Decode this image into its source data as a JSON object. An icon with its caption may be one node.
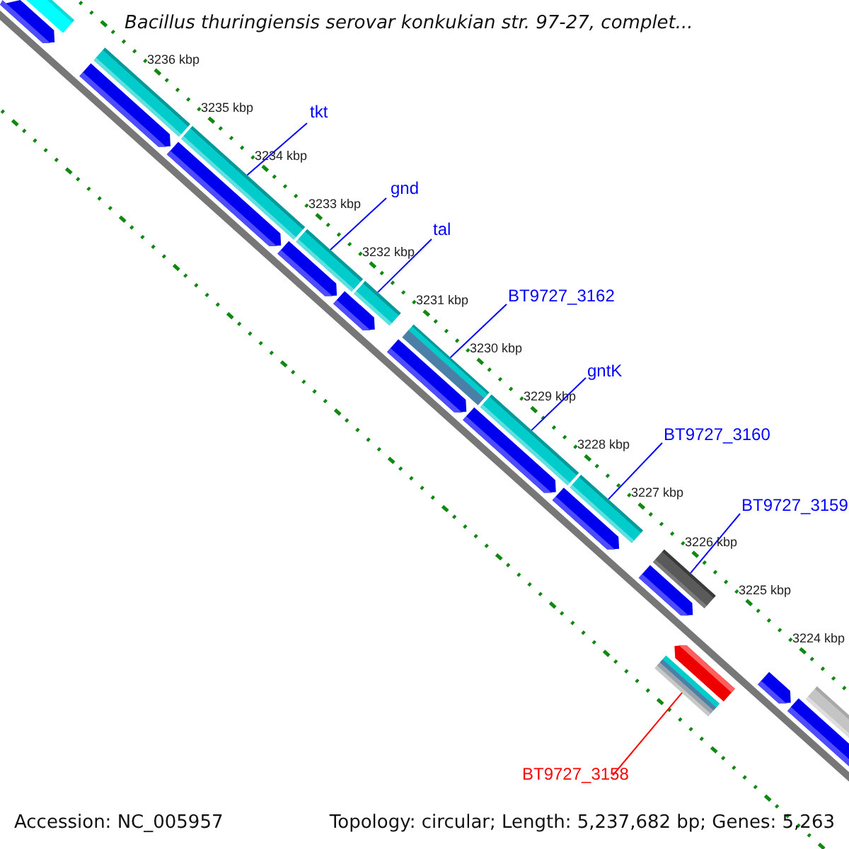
{
  "diagram": {
    "title": "Bacillus thuringiensis serovar konkukian str. 97-27, complet...",
    "nodes": [
      {
        "text": [
          "tkt"
        ]
      },
      {
        "text": [
          "gnd"
        ]
      },
      {
        "text": [
          "tal"
        ]
      },
      {
        "text": [
          "BT9727_3162"
        ]
      },
      {
        "text": [
          "gntK"
        ]
      },
      {
        "text": [
          "BT9727_3160"
        ]
      },
      {
        "text": [
          "BT9727_3159"
        ]
      },
      {
        "text": [
          "BT9727_3158"
        ]
      },
      {
        "text": [],
        "shape": "bar"
      },
      {
        "text": [],
        "shape": "bar"
      },
      {
        "text": [],
        "shape": "bar"
      },
      {
        "text": [],
        "shape": "bar"
      },
      {
        "text": [],
        "shape": "bar"
      },
      {
        "text": [],
        "shape": "bar"
      },
      {
        "text": [],
        "shape": "bar"
      },
      {
        "text": [],
        "shape": "bar"
      },
      {
        "text": [],
        "shape": "bar"
      },
      {
        "text": [],
        "shape": "bar"
      },
      {
        "text": [],
        "shape": "arrow"
      },
      {
        "text": [],
        "shape": "arrow"
      },
      {
        "text": [],
        "shape": "arrow"
      },
      {
        "text": [],
        "shape": "arrow"
      },
      {
        "text": [],
        "shape": "arrow"
      },
      {
        "text": [],
        "shape": "arrow"
      },
      {
        "text": [],
        "shape": "arrow"
      },
      {
        "text": [],
        "shape": "arrow"
      },
      {
        "text": [],
        "shape": "arrow"
      },
      {
        "text": [],
        "shape": "arrow"
      },
      {
        "text": [],
        "shape": "arrow"
      },
      {
        "text": [],
        "shape": "bar"
      },
      {
        "text": [],
        "shape": "pentagon"
      }
    ],
    "edges": [
      {
        "from": 0,
        "to": 10,
        "arrow": "none"
      },
      {
        "from": 1,
        "to": 11,
        "arrow": "none"
      },
      {
        "from": 2,
        "to": 12,
        "arrow": "none"
      },
      {
        "from": 3,
        "to": 13,
        "arrow": "none"
      },
      {
        "from": 4,
        "to": 14,
        "arrow": "none"
      },
      {
        "from": 5,
        "to": 15,
        "arrow": "none"
      },
      {
        "from": 6,
        "to": 16,
        "arrow": "none"
      },
      {
        "from": 7,
        "to": 29,
        "arrow": "none",
        "color": "#ff0000"
      }
    ],
    "labels": [
      "3236 kbp",
      "3235 kbp",
      "3234 kbp",
      "3233 kbp",
      "3232 kbp",
      "3231 kbp",
      "3230 kbp",
      "3229 kbp",
      "3228 kbp",
      "3227 kbp",
      "3226 kbp",
      "3225 kbp",
      "3224 kbp",
      "Accession: NC_005957",
      "Topology: circular; Length: 5,237,682 bp; Genes: 5,263"
    ]
  }
}
